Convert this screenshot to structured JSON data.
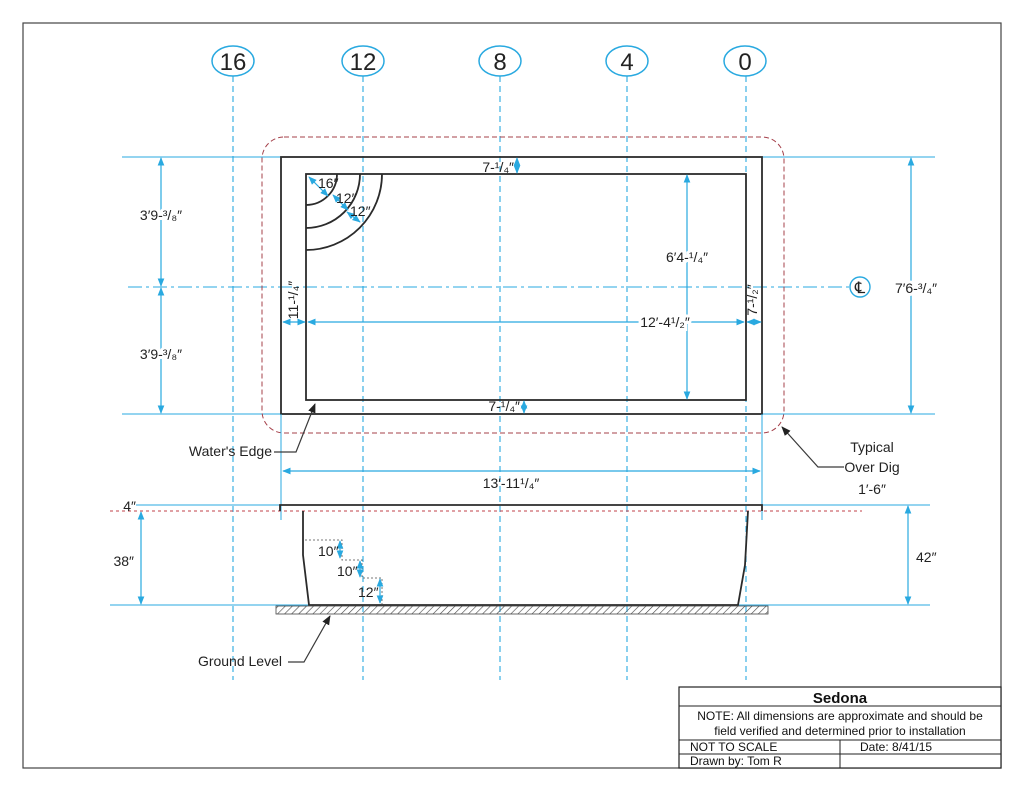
{
  "grid_bubbles": [
    "16",
    "12",
    "8",
    "4",
    "0"
  ],
  "centerline_symbol": "℄",
  "dimensions": {
    "end_wall_top": "7-¹/₄″",
    "end_wall_bottom": "7-¹/₄″",
    "half_width_top": "3′9-³/₈″",
    "half_width_bottom": "3′9-³/₈″",
    "inner_width": "6′4-¹/₄″",
    "overall_width": "7′6-³/₄″",
    "left_wall": "11-¹/₄″",
    "right_wall": "7-¹/₂″",
    "inner_length": "12′-4¹/₂″",
    "overall_length": "13′-11¹/₄″",
    "step_16": "16″",
    "step_12a": "12″",
    "step_12b": "12″",
    "coping": "4″",
    "depth_shallow": "38″",
    "depth_deep": "42″",
    "riser_1": "10″",
    "riser_2": "10″",
    "riser_3": "12″"
  },
  "labels": {
    "waters_edge": "Water's Edge",
    "over_dig_1": "Typical",
    "over_dig_2": "Over Dig",
    "over_dig_3": "1′-6″",
    "ground_level": "Ground Level"
  },
  "title_block": {
    "title": "Sedona",
    "note_line1": "NOTE: All dimensions are approximate and should be",
    "note_line2": "field verified and determined prior to installation",
    "scale": "NOT TO SCALE",
    "date": "Date: 8/41/15",
    "drawn_by": "Drawn by: Tom R"
  },
  "colors": {
    "dimension": "#29a9e0",
    "outline": "#2b2b2b",
    "over_dig": "#a5404a",
    "leader": "#5a1a1a"
  }
}
